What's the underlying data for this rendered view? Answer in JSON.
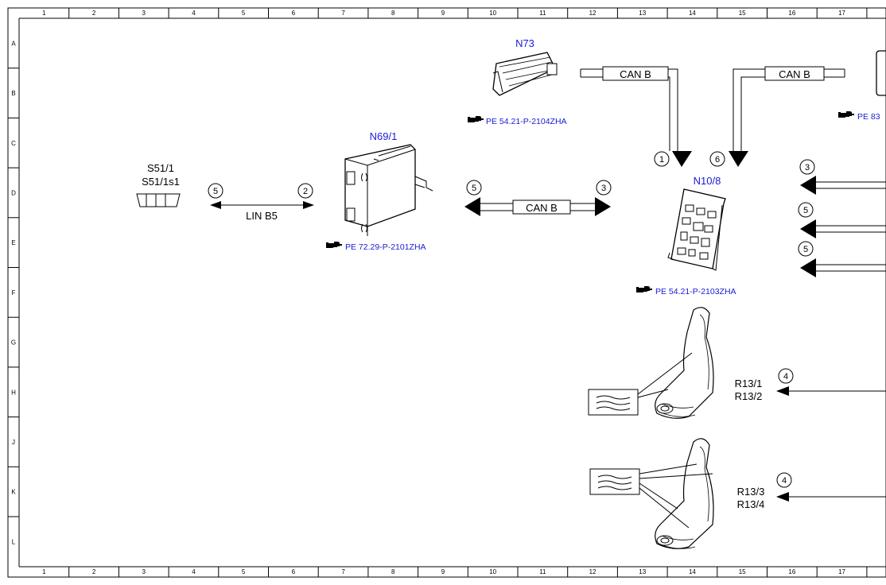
{
  "grid": {
    "columns": [
      "1",
      "2",
      "3",
      "4",
      "5",
      "6",
      "7",
      "8",
      "9",
      "10",
      "11",
      "12",
      "13",
      "14",
      "15",
      "16",
      "17"
    ],
    "rows": [
      "A",
      "B",
      "C",
      "D",
      "E",
      "F",
      "G",
      "H",
      "J",
      "K",
      "L"
    ]
  },
  "components": {
    "s51": {
      "line1": "S51/1",
      "line2": "S51/1s1"
    },
    "n69": {
      "name": "N69/1",
      "ref": "PE 72.29-P-2101ZHA"
    },
    "n73": {
      "name": "N73",
      "ref": "PE 54.21-P-2104ZHA"
    },
    "n10": {
      "name": "N10/8",
      "ref": "PE 54.21-P-2103ZHA"
    },
    "right_cut": {
      "ref": "PE 83"
    },
    "seat_front": {
      "line1": "R13/1",
      "line2": "R13/2"
    },
    "seat_rear": {
      "line1": "R13/3",
      "line2": "R13/4"
    }
  },
  "connections": {
    "lin_b5": "LIN B5",
    "can_b_n69": "CAN B",
    "can_b_n73": "CAN B",
    "can_b_right": "CAN B"
  },
  "markers": {
    "lin_left": "5",
    "lin_right": "2",
    "can_left": "5",
    "can_right": "3",
    "n73_down": "1",
    "right_down": "6",
    "edge_1": "3",
    "edge_2": "5",
    "edge_3": "5",
    "seat_front": "4",
    "seat_rear": "4"
  },
  "icons": {
    "reference": "pointing-hand-icon"
  },
  "colors": {
    "line": "#000000",
    "link": "#1a1ad6"
  }
}
